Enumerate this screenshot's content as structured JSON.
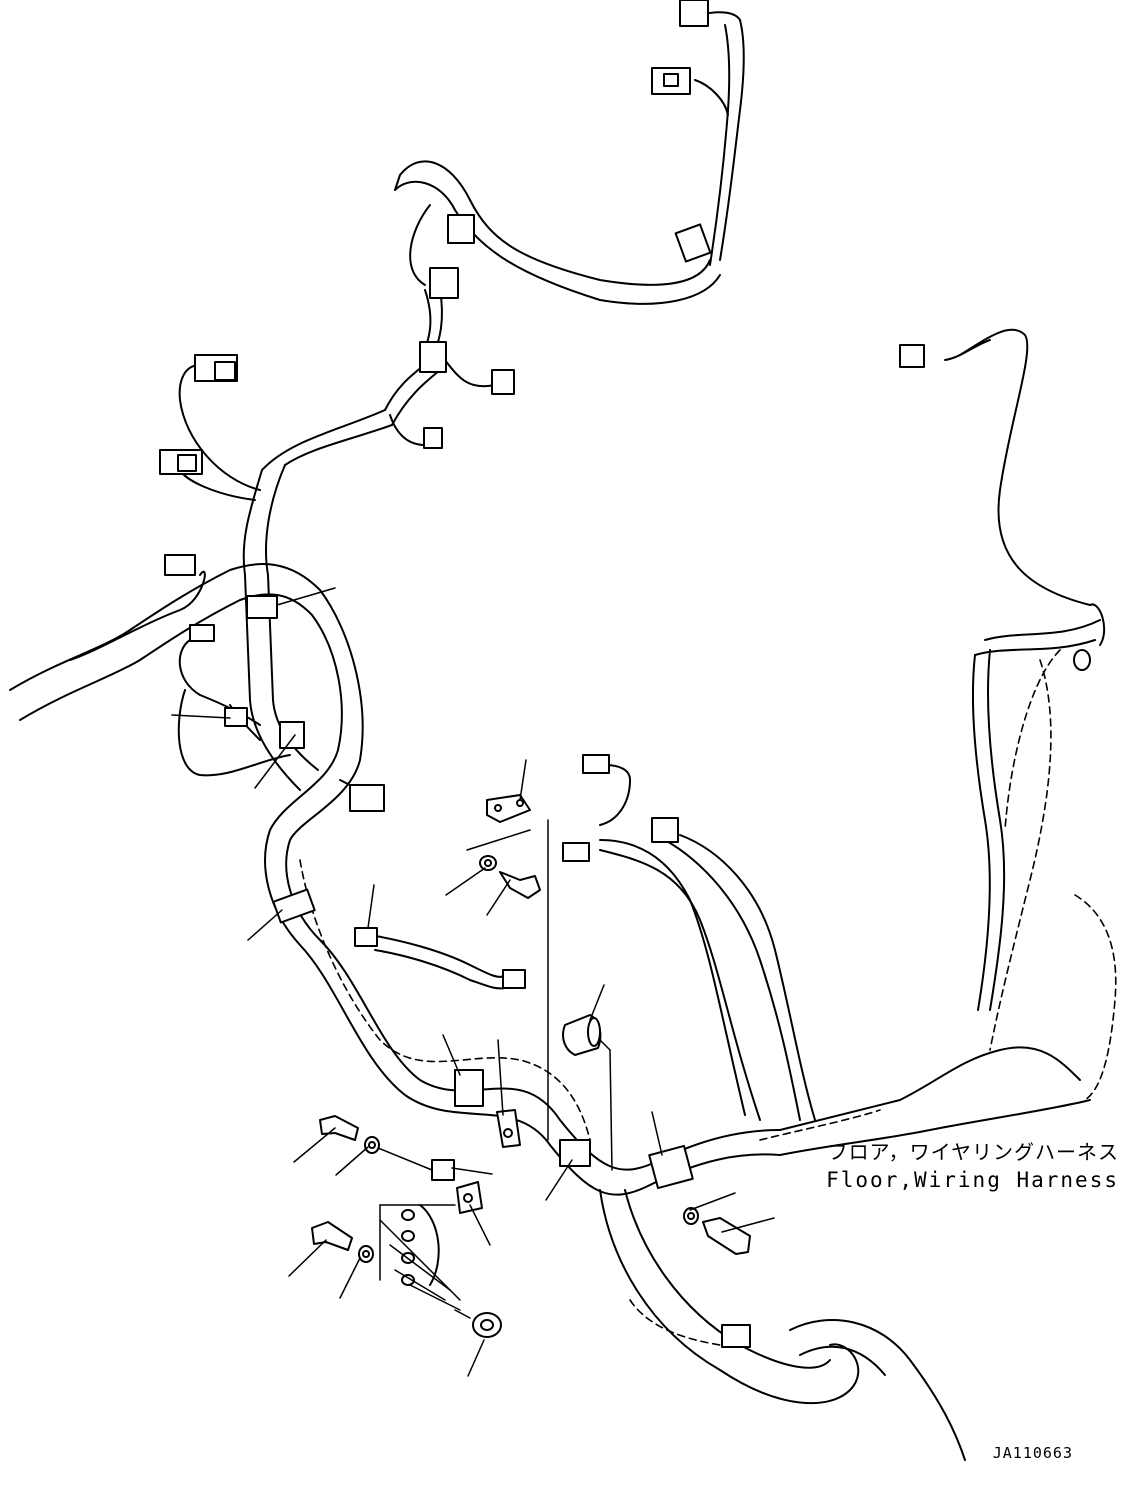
{
  "title": {
    "japanese": "フロア，ワイヤリングハーネス",
    "english": "Floor,Wiring Harness"
  },
  "document_code": "JA110663"
}
